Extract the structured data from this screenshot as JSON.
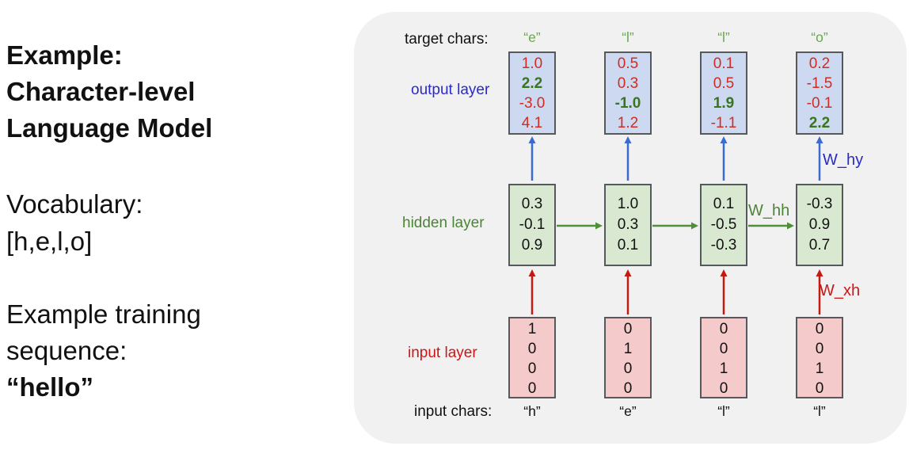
{
  "slide": {
    "title_line1": "Example:",
    "title_line2": "Character-level",
    "title_line3": "Language Model",
    "vocabulary": {
      "label": "Vocabulary:",
      "value": "[h,e,l,o]"
    },
    "training": {
      "line1": "Example training",
      "line2": "sequence:",
      "sequence": "“hello”"
    }
  },
  "diagram": {
    "labels": {
      "target_chars": "target chars:",
      "output_layer": "output layer",
      "hidden_layer": "hidden layer",
      "input_layer": "input layer",
      "input_chars": "input chars:",
      "w_hy": "W_hy",
      "w_hh": "W_hh",
      "w_xh": "W_xh"
    },
    "columns": [
      {
        "target_char": "“e”",
        "output": [
          "1.0",
          "2.2",
          "-3.0",
          "4.1"
        ],
        "output_highlight": 1,
        "hidden": [
          "0.3",
          "-0.1",
          "0.9"
        ],
        "input": [
          "1",
          "0",
          "0",
          "0"
        ],
        "input_char": "“h”"
      },
      {
        "target_char": "“l”",
        "output": [
          "0.5",
          "0.3",
          "-1.0",
          "1.2"
        ],
        "output_highlight": 2,
        "hidden": [
          "1.0",
          "0.3",
          "0.1"
        ],
        "input": [
          "0",
          "1",
          "0",
          "0"
        ],
        "input_char": "“e”"
      },
      {
        "target_char": "“l”",
        "output": [
          "0.1",
          "0.5",
          "1.9",
          "-1.1"
        ],
        "output_highlight": 2,
        "hidden": [
          "0.1",
          "-0.5",
          "-0.3"
        ],
        "input": [
          "0",
          "0",
          "1",
          "0"
        ],
        "input_char": "“l”"
      },
      {
        "target_char": "“o”",
        "output": [
          "0.2",
          "-1.5",
          "-0.1",
          "2.2"
        ],
        "output_highlight": 3,
        "hidden": [
          "-0.3",
          "0.9",
          "0.7"
        ],
        "input": [
          "0",
          "0",
          "1",
          "0"
        ],
        "input_char": "“l”"
      }
    ],
    "colors": {
      "panel_bg": "#f1f1f2",
      "output_box_fill": "#ccd9f0",
      "hidden_box_fill": "#d9e9d1",
      "input_box_fill": "#f4cbca",
      "box_border": "#55585c",
      "value_red": "#d22b20",
      "value_green": "#38761d",
      "target_char_green": "#6aa84f",
      "blue_label": "#2929cc",
      "blue_arrow": "#3a6bd0",
      "green_label": "#4c8435",
      "green_arrow": "#4e8f38",
      "red_label": "#cc1616",
      "red_arrow": "#c41a12"
    }
  }
}
